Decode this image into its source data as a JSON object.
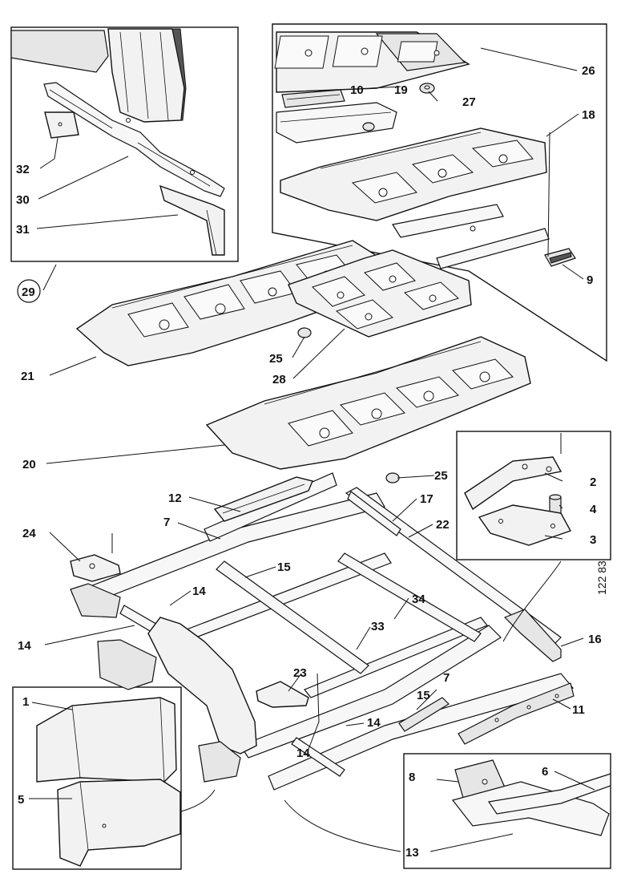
{
  "figure_number": "122 83",
  "callouts": {
    "c1": "1",
    "c2": "2",
    "c3": "3",
    "c4": "4",
    "c5": "5",
    "c6": "6",
    "c7a": "7",
    "c7b": "7",
    "c8": "8",
    "c9": "9",
    "c10": "10",
    "c11": "11",
    "c12": "12",
    "c13": "13",
    "c14a": "14",
    "c14b": "14",
    "c14c": "14",
    "c14d": "14",
    "c15a": "15",
    "c15b": "15",
    "c16": "16",
    "c17": "17",
    "c18": "18",
    "c19": "19",
    "c20": "20",
    "c21": "21",
    "c22": "22",
    "c23": "23",
    "c24": "24",
    "c25a": "25",
    "c25b": "25",
    "c26": "26",
    "c27": "27",
    "c28": "28",
    "c29": "29",
    "c30": "30",
    "c31": "31",
    "c32": "32",
    "c33": "33",
    "c34": "34"
  }
}
